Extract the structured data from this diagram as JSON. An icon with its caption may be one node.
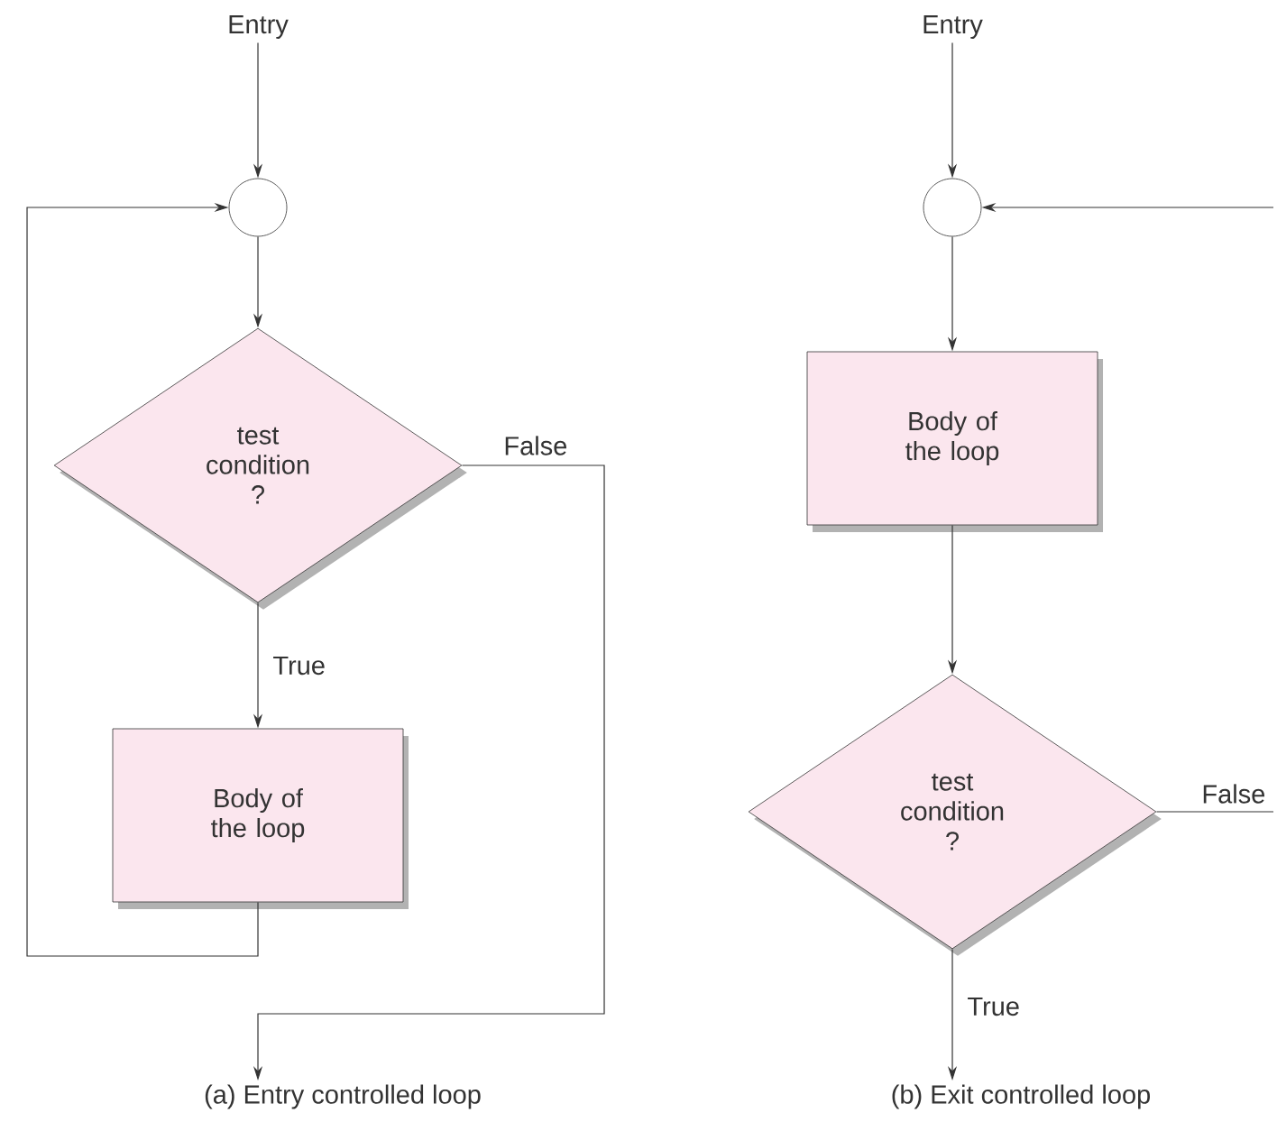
{
  "diagram": {
    "nodes": [
      {
        "text": [
          "Entry"
        ]
      },
      {
        "text": [],
        "shape": "circle"
      },
      {
        "text": [
          "test condition ?"
        ]
      },
      {
        "text": [
          "Body of the loop"
        ]
      },
      {
        "text": [
          "Entry"
        ]
      },
      {
        "text": [],
        "shape": "circle"
      },
      {
        "text": [
          "Body of the loop"
        ]
      },
      {
        "text": [
          "test condition ?"
        ]
      },
      {
        "text": [
          "(a) Entry controlled loop"
        ]
      },
      {
        "text": [
          "(b) Exit controlled loop"
        ]
      }
    ],
    "edges": [
      {
        "from": 0,
        "to": 1,
        "arrow": "to"
      },
      {
        "from": 1,
        "to": 2,
        "arrow": "to"
      },
      {
        "from": 2,
        "to": 3,
        "arrow": "to",
        "label": "True"
      },
      {
        "from": 3,
        "to": 1,
        "arrow": "to"
      },
      {
        "from": 2,
        "to": 8,
        "arrow": "to",
        "label": "False"
      },
      {
        "from": 4,
        "to": 5,
        "arrow": "to"
      },
      {
        "from": 5,
        "to": 6,
        "arrow": "to"
      },
      {
        "from": 6,
        "to": 7,
        "arrow": "to"
      },
      {
        "from": 7,
        "to": 9,
        "arrow": "to",
        "label": "True"
      },
      {
        "from": 7,
        "to": null,
        "arrow": "none",
        "label": "False"
      },
      {
        "from": null,
        "to": 5,
        "arrow": "to"
      }
    ]
  }
}
